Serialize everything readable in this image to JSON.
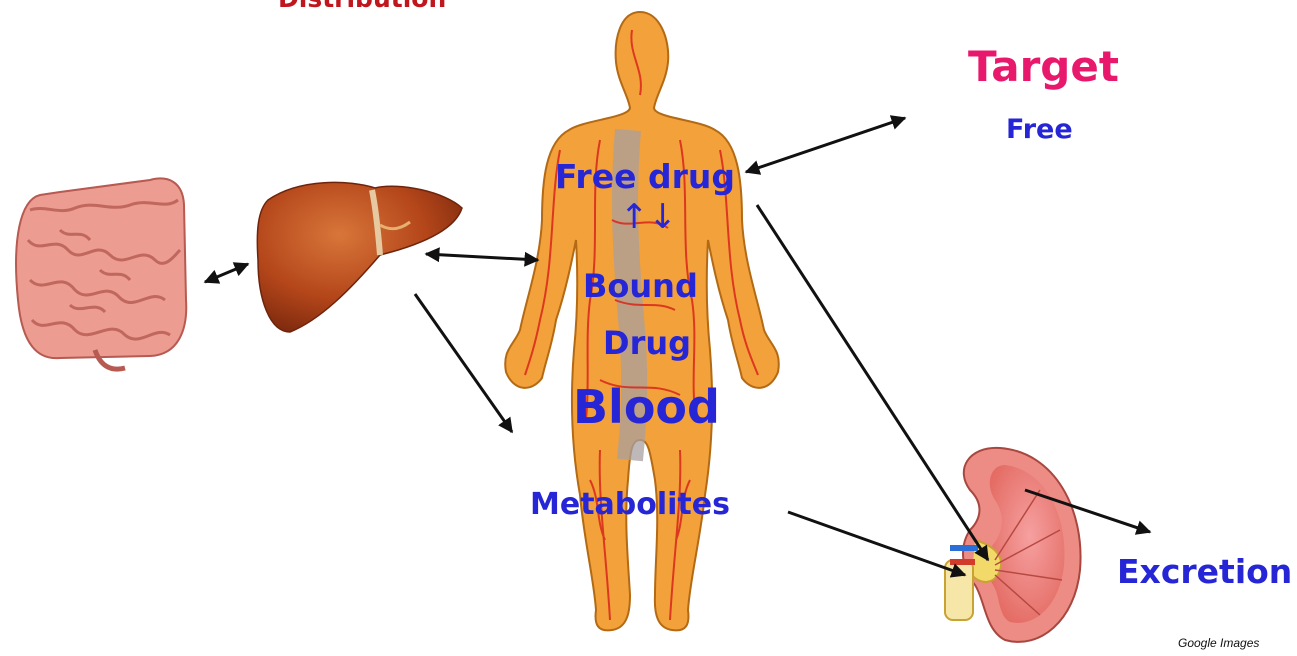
{
  "labels": {
    "distribution": "Distribution",
    "target": "Target",
    "free": "Free",
    "free_drug": "Free drug",
    "exchange_arrows": "↑↓",
    "bound": "Bound",
    "drug": "Drug",
    "blood": "Blood",
    "metabolites": "Metabolites",
    "excretion": "Excretion",
    "credit": "Google Images"
  },
  "icons": [
    "intestine-icon",
    "liver-icon",
    "human-body-icon",
    "kidney-icon"
  ],
  "colors": {
    "label_blue": "#2626d6",
    "target_pink": "#e8186c",
    "title_red": "#c0161e",
    "organ_orange": "#f3a13a",
    "vessel_red": "#d9261c",
    "liver_brown": "#b4461a",
    "intestine_pink": "#ec9c90"
  }
}
